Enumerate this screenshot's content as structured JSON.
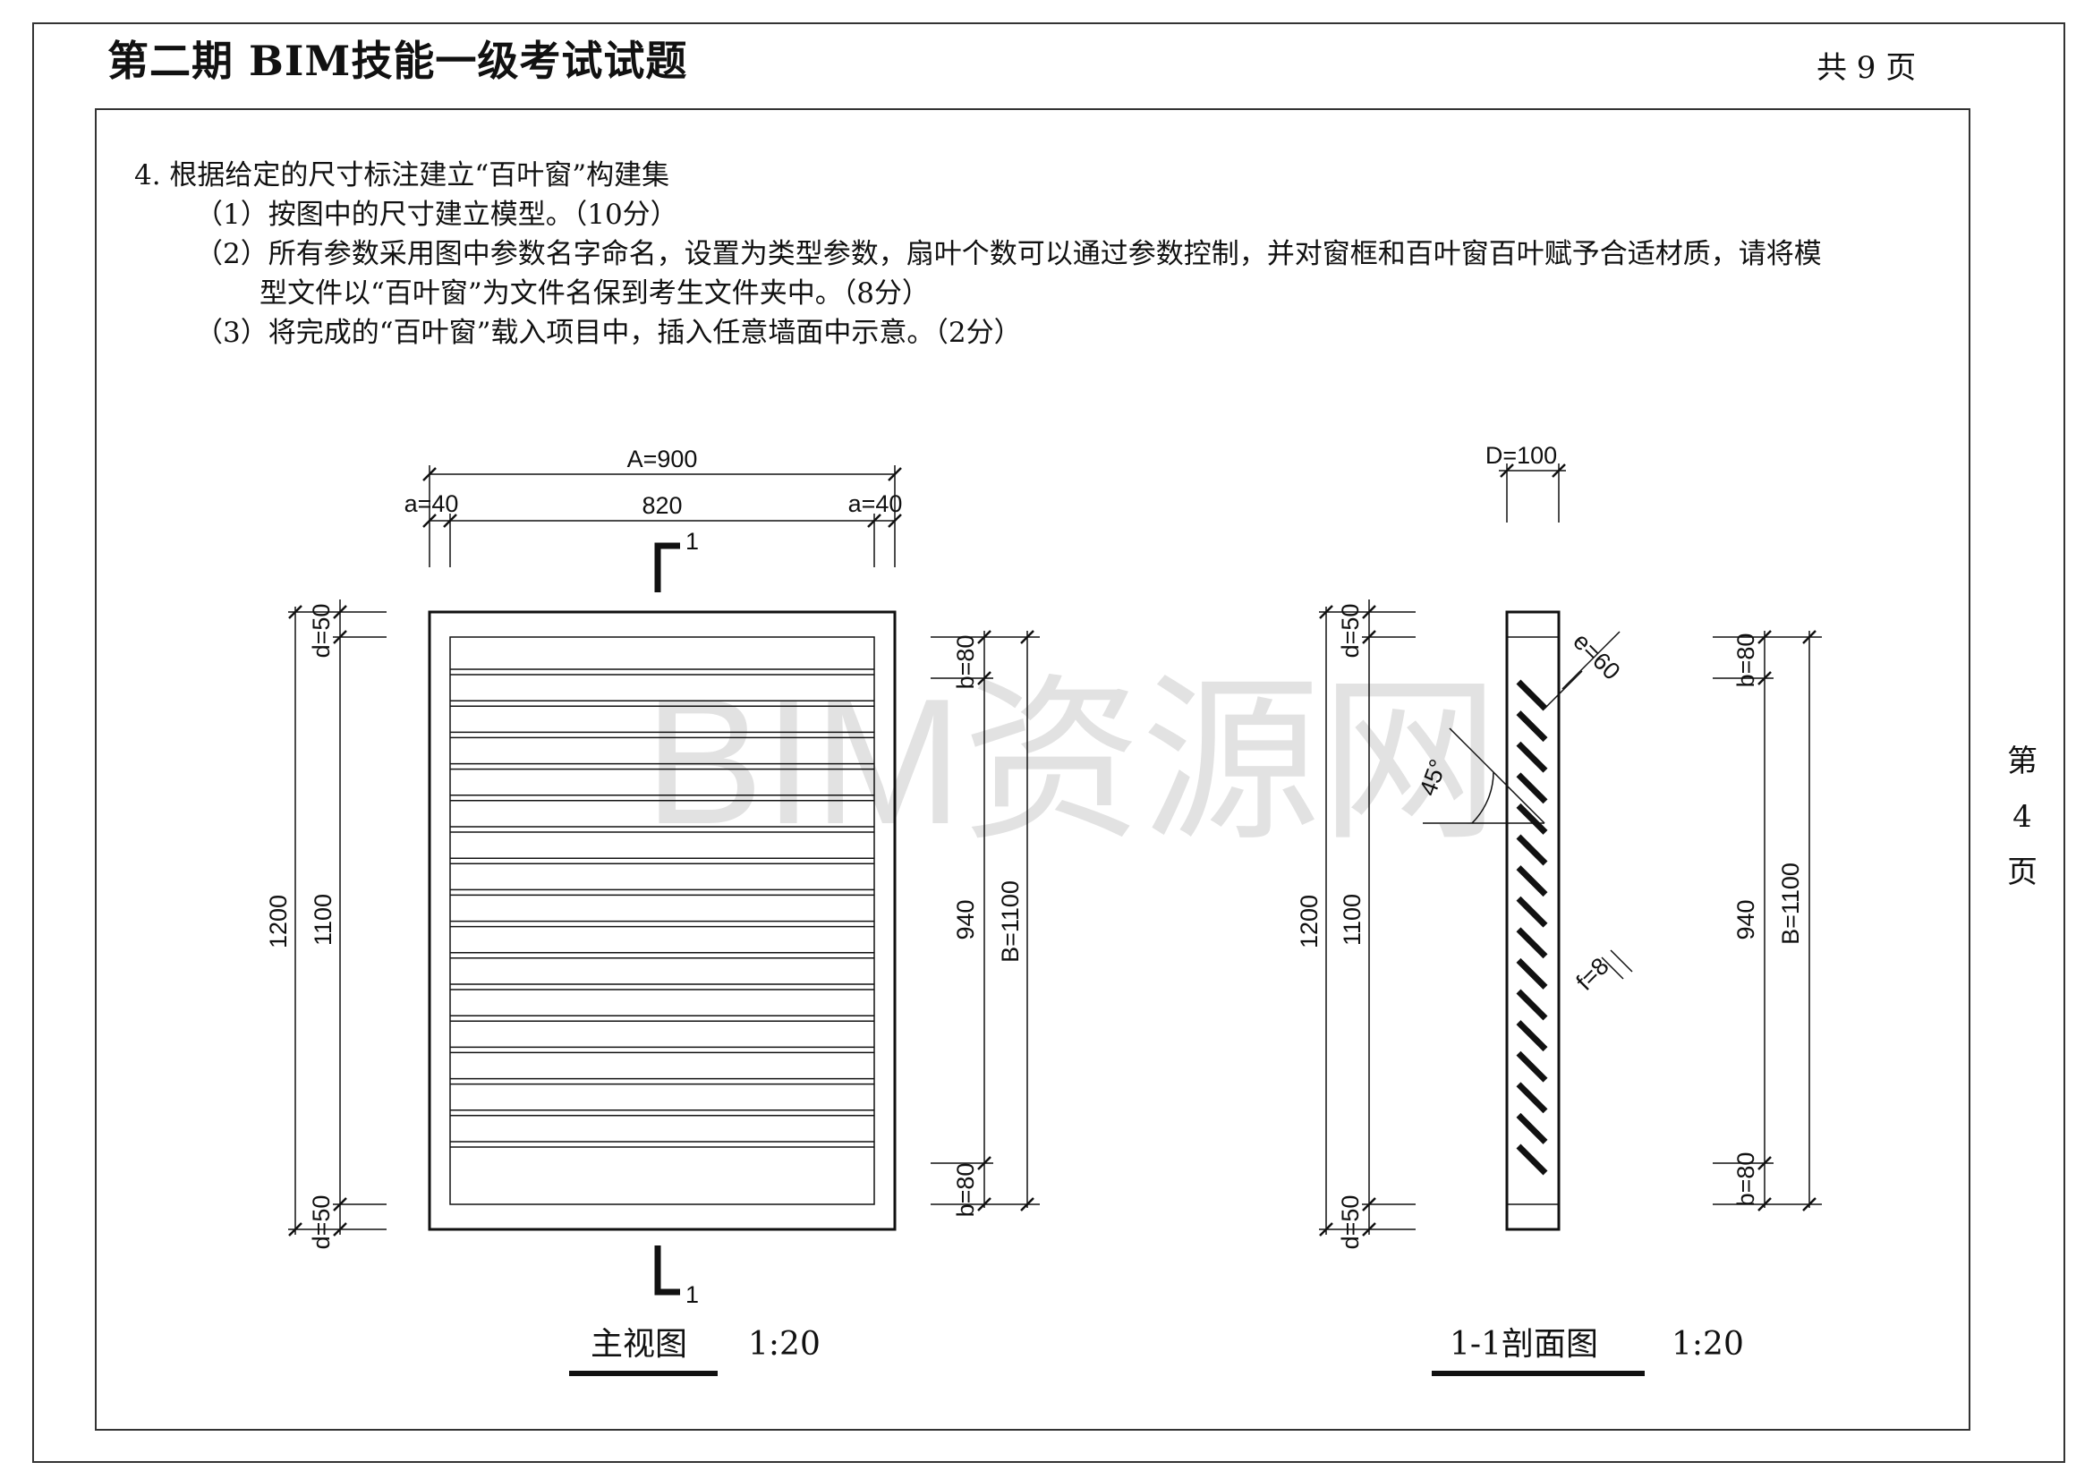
{
  "header": {
    "title": "第二期 BIM技能一级考试试题",
    "total_pages": "共 9 页",
    "side_page": [
      "第",
      "4",
      "页"
    ]
  },
  "question": {
    "stem": "4. 根据给定的尺寸标注建立“百叶窗”构建集",
    "items": [
      "（1）按图中的尺寸建立模型。（10分）",
      "（2）所有参数采用图中参数名字命名，设置为类型参数，扇叶个数可以通过参数控制，并对窗框和百叶窗百叶赋予合适材质，请将模",
      "型文件以“百叶窗”为文件名保到考生文件夹中。（8分）",
      "（3）将完成的“百叶窗”载入项目中，插入任意墙面中示意。（2分）"
    ]
  },
  "watermark": "BIM资源网",
  "front_view": {
    "caption": "主视图",
    "scale": "1:20",
    "section_mark_top": "1",
    "section_mark_bottom": "1",
    "dims": {
      "A": "A=900",
      "a_left": "a=40",
      "inner": "820",
      "a_right": "a=40",
      "d_top": "d=50",
      "d_bottom": "d=50",
      "total_h": "1200",
      "inner_h": "1100",
      "b_top": "b=80",
      "b_bottom": "b=80",
      "louver_h": "940",
      "B": "B=1100"
    }
  },
  "section_view": {
    "caption": "1-1剖面图",
    "scale": "1:20",
    "dims": {
      "D": "D=100",
      "e": "e=60",
      "angle": "45°",
      "f": "f=8",
      "d_top": "d=50",
      "d_bottom": "d=50",
      "total_h": "1200",
      "inner_h": "1100",
      "b_top": "b=80",
      "b_bottom": "b=80",
      "louver_h": "940",
      "B": "B=1100"
    }
  }
}
